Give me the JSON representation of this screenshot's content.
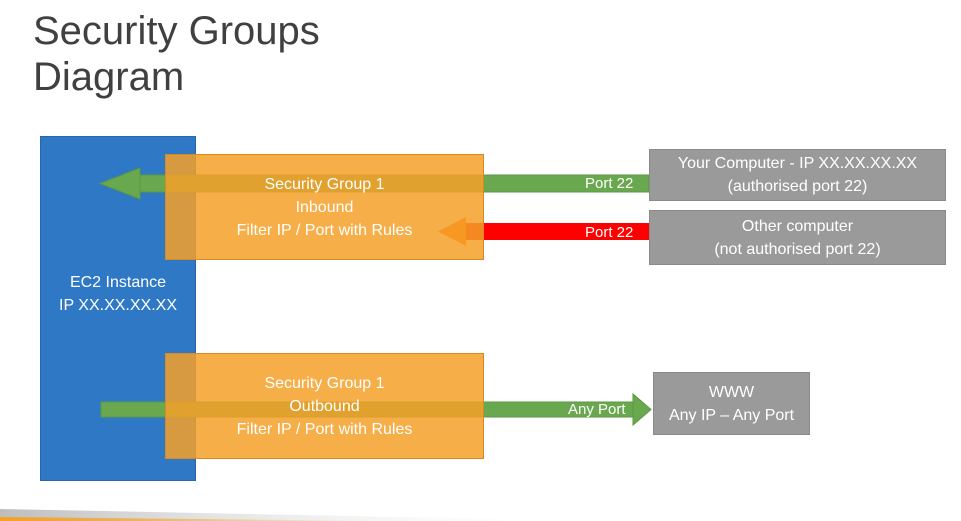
{
  "title": {
    "line1": "Security Groups",
    "line2": "Diagram"
  },
  "ec2": {
    "line1": "EC2 Instance",
    "line2": "IP XX.XX.XX.XX"
  },
  "sg_inbound": {
    "line1": "Security Group 1",
    "line2": "Inbound",
    "line3": "Filter IP / Port with Rules"
  },
  "sg_outbound": {
    "line1": "Security Group 1",
    "line2": "Outbound",
    "line3": "Filter IP / Port with Rules"
  },
  "your_computer": {
    "line1": "Your Computer - IP XX.XX.XX.XX",
    "line2": "(authorised port 22)"
  },
  "other_computer": {
    "line1": "Other computer",
    "line2": "(not authorised port 22)"
  },
  "www": {
    "line1": "WWW",
    "line2": "Any IP – Any Port"
  },
  "arrows": {
    "allowed_label": "Port 22",
    "denied_label": "Port 22",
    "outbound_label": "Any Port"
  },
  "colors": {
    "ec2": "#2f78c5",
    "security_group": "#f5a028",
    "external_host": "#9a9a9a",
    "allowed": "#6aa84f",
    "denied": "#ff0000",
    "blocked_tip": "#ff6a00",
    "title": "#404040"
  }
}
